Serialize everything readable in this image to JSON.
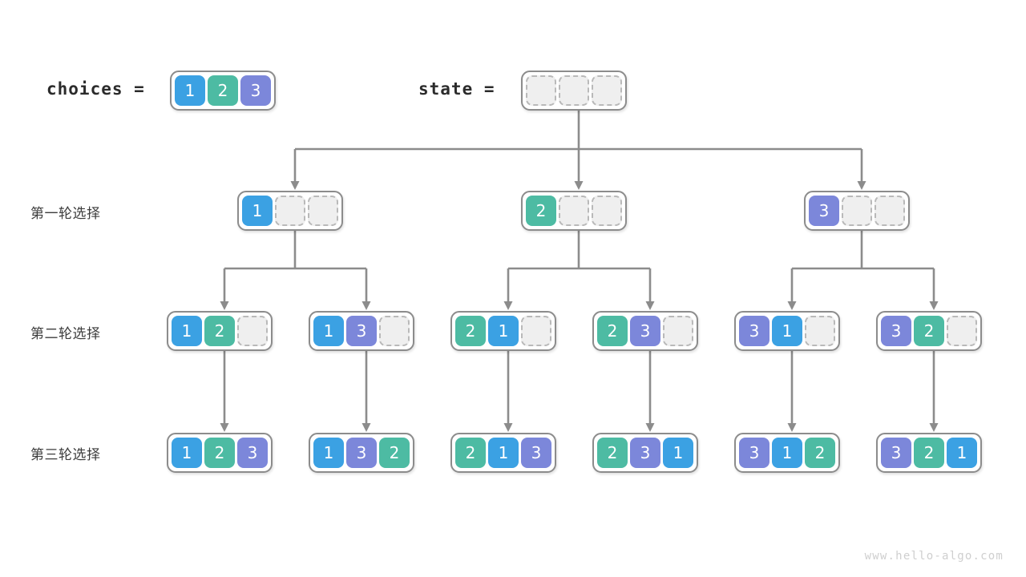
{
  "title": "permutations backtracking tree",
  "palette": {
    "value_1": "#3ba1e3",
    "value_2": "#4dbba3",
    "value_3": "#7c87da",
    "empty_fill": "#efefef",
    "empty_border": "#b9b9b9",
    "box_border": "#8c8c8c",
    "edge": "#8c8c8c",
    "text": "#2b2b2b",
    "watermark": "#cfcfcf"
  },
  "header": {
    "choices_label": "choices =",
    "choices_values": [
      "1",
      "2",
      "3"
    ],
    "state_label": "state =",
    "state_values": [
      "",
      "",
      ""
    ]
  },
  "row_labels": [
    "第一轮选择",
    "第二轮选择",
    "第三轮选择"
  ],
  "level1": [
    {
      "values": [
        "1",
        "",
        ""
      ]
    },
    {
      "values": [
        "2",
        "",
        ""
      ]
    },
    {
      "values": [
        "3",
        "",
        ""
      ]
    }
  ],
  "level2": [
    {
      "values": [
        "1",
        "2",
        ""
      ]
    },
    {
      "values": [
        "1",
        "3",
        ""
      ]
    },
    {
      "values": [
        "2",
        "1",
        ""
      ]
    },
    {
      "values": [
        "2",
        "3",
        ""
      ]
    },
    {
      "values": [
        "3",
        "1",
        ""
      ]
    },
    {
      "values": [
        "3",
        "2",
        ""
      ]
    }
  ],
  "level3": [
    {
      "values": [
        "1",
        "2",
        "3"
      ]
    },
    {
      "values": [
        "1",
        "3",
        "2"
      ]
    },
    {
      "values": [
        "2",
        "1",
        "3"
      ]
    },
    {
      "values": [
        "2",
        "3",
        "1"
      ]
    },
    {
      "values": [
        "3",
        "1",
        "2"
      ]
    },
    {
      "values": [
        "3",
        "2",
        "1"
      ]
    }
  ],
  "watermark": "www.hello-algo.com"
}
